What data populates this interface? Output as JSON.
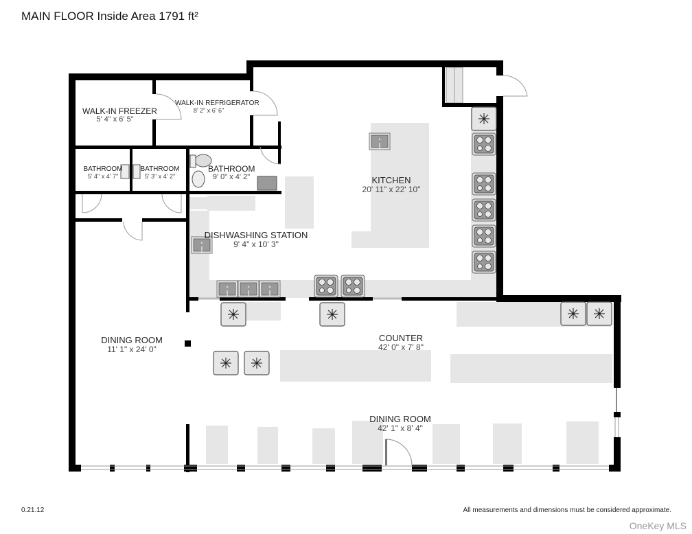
{
  "header": {
    "title": "MAIN FLOOR Inside Area 1791 ft²"
  },
  "rooms": [
    {
      "name": "WALK-IN FREEZER",
      "dims": "5' 4\" x 6' 5\""
    },
    {
      "name": "WALK-IN REFRIGERATOR",
      "dims": "8' 2\" x 6' 6\""
    },
    {
      "name": "BATHROOM",
      "dims": "5' 4\" x 4' 7\""
    },
    {
      "name": "BATHROOM",
      "dims": "5' 3\" x 4' 2\""
    },
    {
      "name": "BATHROOM",
      "dims": "9' 0\" x 4' 2\""
    },
    {
      "name": "KITCHEN",
      "dims": "20' 11\" x 22' 10\""
    },
    {
      "name": "DISHWASHING STATION",
      "dims": "9' 4\" x 10' 3\""
    },
    {
      "name": "DINING ROOM",
      "dims": "11' 1\" x 24' 0\""
    },
    {
      "name": "COUNTER",
      "dims": "42' 0\" x 7' 8\""
    },
    {
      "name": "DINING ROOM",
      "dims": "42' 1\" x 8' 4\""
    }
  ],
  "footer": {
    "version": "0.21.12",
    "disclaimer": "All measurements and dimensions must be considered approximate.",
    "brand": "OneKey MLS"
  },
  "colors": {
    "wall": "#000000",
    "fixture": "#e6e6e6",
    "appliance": "#9a9a9a"
  }
}
